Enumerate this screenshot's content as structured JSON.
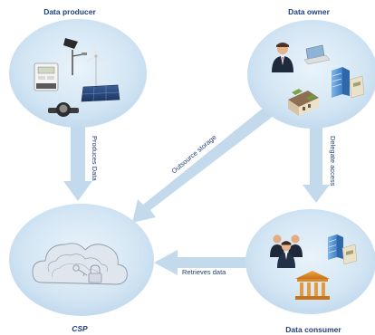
{
  "nodes": {
    "producer": {
      "title": "Data producer"
    },
    "owner": {
      "title": "Data owner"
    },
    "csp": {
      "title": "CSP"
    },
    "consumer": {
      "title": "Data consumer"
    }
  },
  "edges": {
    "produces": {
      "label": "Produces Data"
    },
    "outsource": {
      "label": "Outsource storage"
    },
    "delegate": {
      "label": "Delegate access"
    },
    "retrieves": {
      "label": "Retrieves data"
    }
  },
  "colors": {
    "bubble": "#cfe3f2",
    "arrow": "#c3d9ec",
    "text": "#1f3f7a"
  },
  "icons": {
    "producer": [
      "smart-meter-icon",
      "solar-street-light-icon",
      "wind-turbine-icon",
      "solar-panel-icon",
      "water-meter-icon"
    ],
    "owner": [
      "business-person-icon",
      "laptop-icon",
      "server-rack-icon",
      "smart-city-buildings-icon"
    ],
    "csp": [
      "cloud-storage-icon",
      "padlock-icon",
      "key-icon"
    ],
    "consumer": [
      "user-group-icon",
      "server-rack-icon",
      "bank-building-icon"
    ]
  }
}
